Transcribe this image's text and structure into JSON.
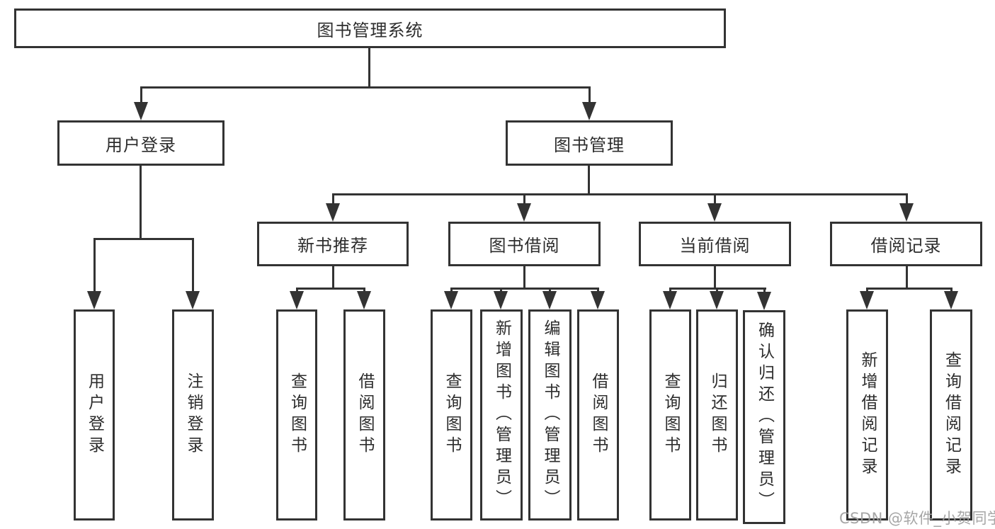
{
  "root": {
    "label": "图书管理系统"
  },
  "branches": {
    "user_login": {
      "label": "用户登录",
      "children": [
        {
          "label": "用户登录"
        },
        {
          "label": "注销登录"
        }
      ]
    },
    "book_mgmt": {
      "label": "图书管理",
      "groups": [
        {
          "label": "新书推荐",
          "children": [
            {
              "label": "查询图书"
            },
            {
              "label": "借阅图书"
            }
          ]
        },
        {
          "label": "图书借阅",
          "children": [
            {
              "label": "查询图书"
            },
            {
              "label": "新增图书（管理员）"
            },
            {
              "label": "编辑图书（管理员）"
            },
            {
              "label": "借阅图书"
            }
          ]
        },
        {
          "label": "当前借阅",
          "children": [
            {
              "label": "查询图书"
            },
            {
              "label": "归还图书"
            },
            {
              "label": "确认归还（管理员）"
            }
          ]
        },
        {
          "label": "借阅记录",
          "children": [
            {
              "label": "新增借阅记录"
            },
            {
              "label": "查询借阅记录"
            }
          ]
        }
      ]
    }
  },
  "watermark": {
    "text": "CSDN @软件_小贺同学"
  },
  "colors": {
    "line": "#333333",
    "text": "#2d2d2d",
    "watermark": "#9e9e9e",
    "background": "#ffffff"
  }
}
